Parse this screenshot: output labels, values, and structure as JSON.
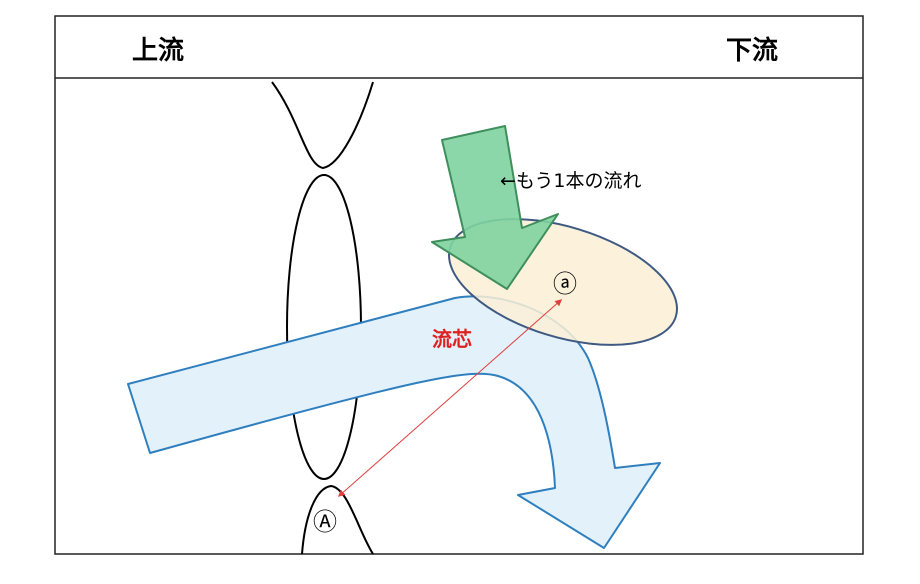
{
  "header": {
    "upstream": "上流",
    "downstream": "下流"
  },
  "labels": {
    "other_flow": "←もう1本の流れ",
    "flow_core": "流芯",
    "point_a_upper": "Ⓐ",
    "point_a_lower": "ⓐ"
  },
  "colors": {
    "border": "#222222",
    "blue_arrow_fill": "#e3f1fa",
    "blue_arrow_stroke": "#2f7fbf",
    "green_arrow_fill": "#7fd3a0",
    "green_arrow_stroke": "#3e8f5c",
    "ellipse_fill": "#fbf0d6",
    "ellipse_stroke": "#3f5a82",
    "flow_core_text": "#e02020",
    "measure_line": "#e04040"
  }
}
